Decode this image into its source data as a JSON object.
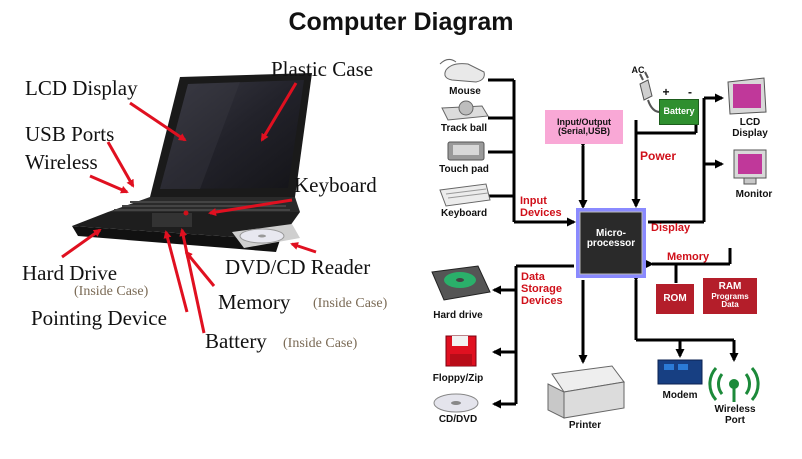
{
  "title": "Computer Diagram",
  "laptop": {
    "lcd_display": "LCD Display",
    "usb_ports": "USB Ports",
    "wireless": "Wireless",
    "plastic_case": "Plastic Case",
    "keyboard": "Keyboard",
    "hard_drive": "Hard Drive",
    "hard_drive_note": "(Inside Case)",
    "dvd_cd_reader": "DVD/CD Reader",
    "memory": "Memory",
    "memory_note": "(Inside Case)",
    "pointing_device": "Pointing Device",
    "battery": "Battery",
    "battery_note": "(Inside Case)"
  },
  "diagram": {
    "mouse": "Mouse",
    "track_ball": "Track ball",
    "touch_pad": "Touch pad",
    "keyboard": "Keyboard",
    "input_output_line1": "Input/Output",
    "input_output_line2": "(Serial,USB)",
    "ac": "AC",
    "battery": "Battery",
    "battery_plus": "+",
    "battery_minus": "-",
    "power": "Power",
    "lcd_display_line1": "LCD",
    "lcd_display_line2": "Display",
    "monitor": "Monitor",
    "input_devices_line1": "Input",
    "input_devices_line2": "Devices",
    "microprocessor_line1": "Micro-",
    "microprocessor_line2": "processor",
    "display": "Display",
    "memory": "Memory",
    "rom": "ROM",
    "ram_line1": "RAM",
    "ram_line2": "Programs",
    "ram_line3": "Data",
    "data_storage_line1": "Data",
    "data_storage_line2": "Storage",
    "data_storage_line3": "Devices",
    "hard_drive": "Hard drive",
    "floppy_zip": "Floppy/Zip",
    "cd_dvd": "CD/DVD",
    "printer": "Printer",
    "modem": "Modem",
    "wireless_port_line1": "Wireless",
    "wireless_port_line2": "Port"
  },
  "colors": {
    "accent_red": "#d0101a",
    "io_box": "#f9a8d6",
    "battery_green": "#2f8f2f",
    "memory_box": "#b41e2a",
    "cpu_border": "#7f7fff"
  }
}
